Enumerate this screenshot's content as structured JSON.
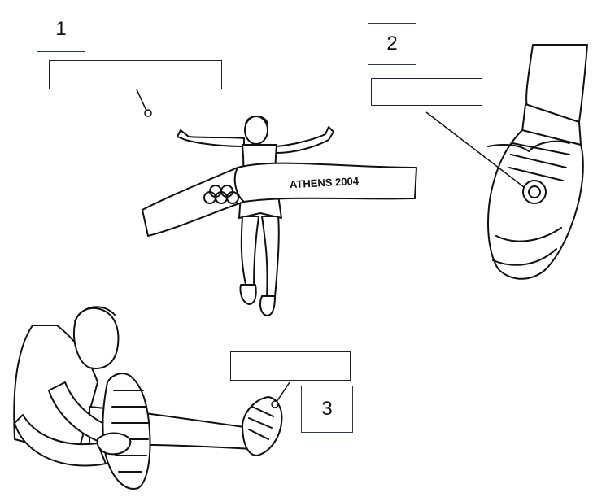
{
  "labels": [
    {
      "number": "1",
      "answer": ""
    },
    {
      "number": "2",
      "answer": ""
    },
    {
      "number": "3",
      "answer": ""
    }
  ],
  "banner_text": "ATHENS 2004",
  "icons": [
    "runner-finish-icon",
    "olympic-rings-icon",
    "shoe-chip-icon",
    "stretching-athlete-icon",
    "running-shoe-icon"
  ]
}
